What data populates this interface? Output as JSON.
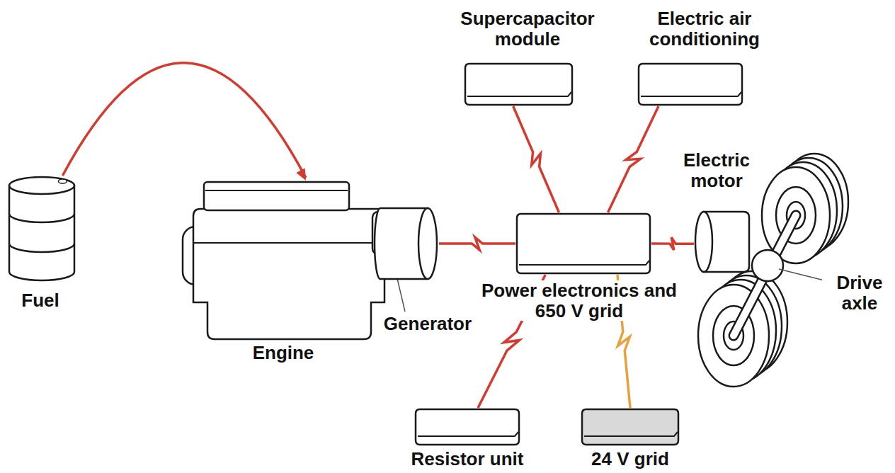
{
  "diagram": {
    "nodes": [
      {
        "text": [
          "Fuel"
        ]
      },
      {
        "text": [
          "Engine"
        ]
      },
      {
        "text": [
          "Generator"
        ]
      },
      {
        "text": [
          "Supercapacitor module"
        ]
      },
      {
        "text": [
          "Electric air conditioning"
        ]
      },
      {
        "text": [
          "Power electronics and 650 V grid"
        ]
      },
      {
        "text": [
          "Electric motor"
        ]
      },
      {
        "text": [
          "Resistor unit"
        ]
      },
      {
        "text": [
          "24 V grid"
        ]
      }
    ],
    "edges": [
      {
        "from": 0,
        "to": 1,
        "arrow": "to"
      },
      {
        "from": 2,
        "to": 5,
        "arrow": "none"
      },
      {
        "from": 3,
        "to": 5,
        "arrow": "none"
      },
      {
        "from": 4,
        "to": 5,
        "arrow": "none"
      },
      {
        "from": 5,
        "to": 6,
        "arrow": "none"
      },
      {
        "from": 7,
        "to": 5,
        "arrow": "none"
      },
      {
        "from": 8,
        "to": 5,
        "arrow": "none"
      }
    ],
    "labels": [
      "Drive axle"
    ]
  }
}
